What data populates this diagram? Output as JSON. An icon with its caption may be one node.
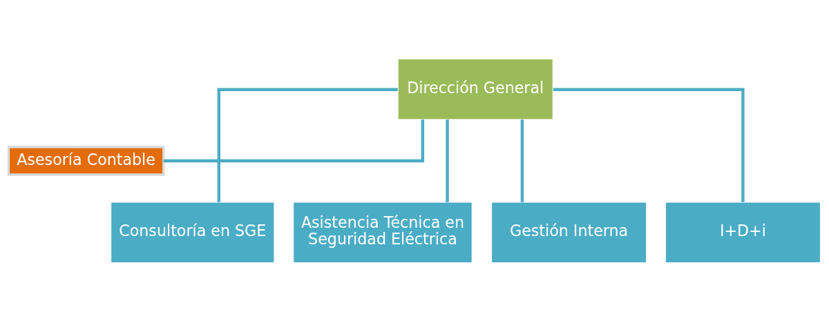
{
  "diagram": {
    "nodes": [
      {
        "text": [
          "Dirección General"
        ]
      },
      {
        "text": [
          "Asesoría Contable"
        ]
      },
      {
        "text": [
          "Consultoría en SGE"
        ]
      },
      {
        "text": [
          "Asistencia Técnica en Seguridad Eléctrica"
        ]
      },
      {
        "text": [
          "Gestión Interna"
        ]
      },
      {
        "text": [
          "I+D+i"
        ]
      }
    ],
    "edges": [
      {
        "from": 0,
        "to": 1,
        "arrow": "none"
      },
      {
        "from": 0,
        "to": 2,
        "arrow": "none"
      },
      {
        "from": 0,
        "to": 3,
        "arrow": "none"
      },
      {
        "from": 0,
        "to": 4,
        "arrow": "none"
      },
      {
        "from": 0,
        "to": 5,
        "arrow": "none"
      }
    ]
  }
}
